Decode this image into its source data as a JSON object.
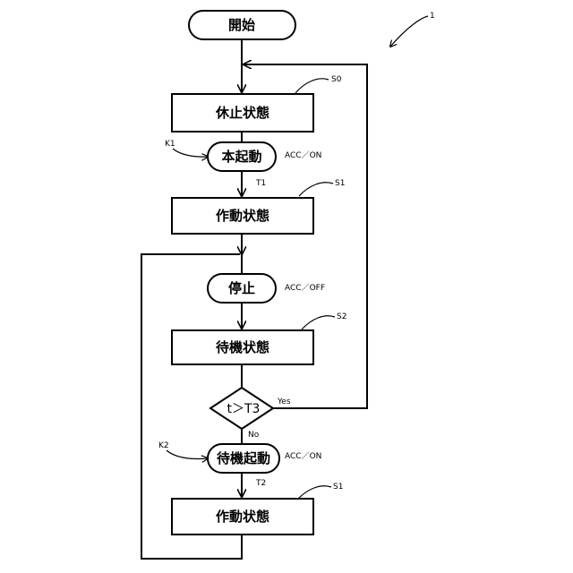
{
  "nodes": {
    "start": "開始",
    "rest_state": "休止状態",
    "main_start": "本起動",
    "operating_state_1": "作動状態",
    "stop": "停止",
    "standby_state": "待機状態",
    "condition": "t＞T3",
    "standby_start": "待機起動",
    "operating_state_2": "作動状態"
  },
  "labels": {
    "diagram_ref": "1",
    "s0": "S0",
    "s1_top": "S1",
    "s2": "S2",
    "s1_bottom": "S1",
    "k1": "K1",
    "k2": "K2",
    "acc_on_1": "ACC／ON",
    "acc_off": "ACC／OFF",
    "acc_on_2": "ACC／ON",
    "t1": "T1",
    "t2": "T2",
    "yes": "Yes",
    "no": "No"
  }
}
